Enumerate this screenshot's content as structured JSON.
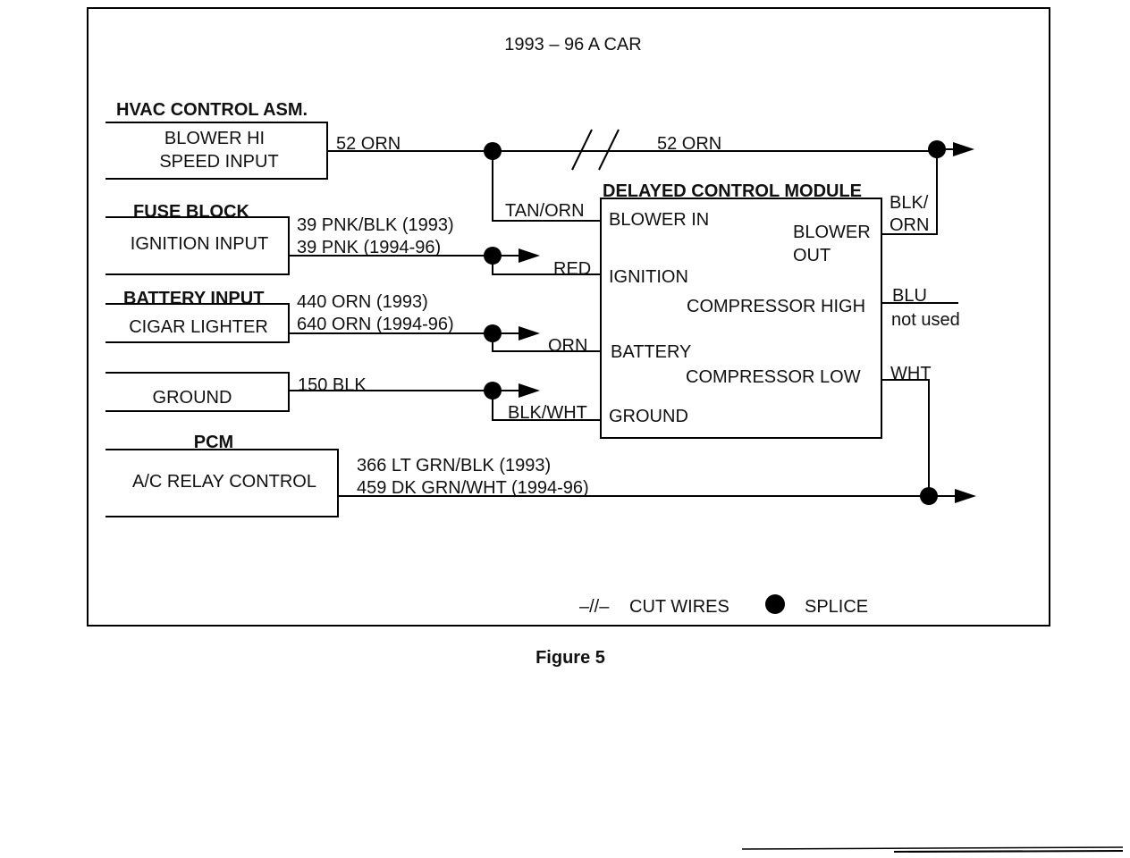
{
  "diagram": {
    "title": "1993 – 96  A CAR",
    "caption": "Figure 5",
    "sources": {
      "hvac": {
        "header": "HVAC CONTROL ASM.",
        "line1": "BLOWER HI",
        "line2": "SPEED INPUT"
      },
      "fuse": {
        "header": "FUSE BLOCK",
        "label": "IGNITION INPUT"
      },
      "battery": {
        "header": "BATTERY INPUT",
        "label": "CIGAR LIGHTER"
      },
      "ground": {
        "label": "GROUND"
      },
      "pcm": {
        "header": "PCM",
        "label": "A/C RELAY CONTROL"
      }
    },
    "wires": {
      "hvac_left": "52 ORN",
      "hvac_right": "52 ORN",
      "ign_1993": "39 PNK/BLK (1993)",
      "ign_9496": "39 PNK (1994-96)",
      "bat_1993": "440 ORN (1993)",
      "bat_9496": "640 ORN  (1994-96)",
      "gnd": "150 BLK",
      "pcm_1993": "366 LT GRN/BLK (1993)",
      "pcm_9496": "459 DK GRN/WHT (1994-96)",
      "tan_orn": "TAN/ORN",
      "red": "RED",
      "orn": "ORN",
      "blk_wht": "BLK/WHT",
      "blk_orn_1": "BLK/",
      "blk_orn_2": "ORN",
      "blu": "BLU",
      "not_used": "not used",
      "wht": "WHT"
    },
    "module": {
      "title": "DELAYED CONTROL MODULE",
      "pins": {
        "blower_in": "BLOWER IN",
        "ignition": "IGNITION",
        "battery": "BATTERY",
        "ground": "GROUND",
        "blower_out_1": "BLOWER",
        "blower_out_2": "OUT",
        "comp_high": "COMPRESSOR HIGH",
        "comp_low": "COMPRESSOR LOW"
      }
    },
    "legend": {
      "cut_symbol": "–//–",
      "cut_label": "CUT WIRES",
      "splice_label": "SPLICE"
    }
  }
}
